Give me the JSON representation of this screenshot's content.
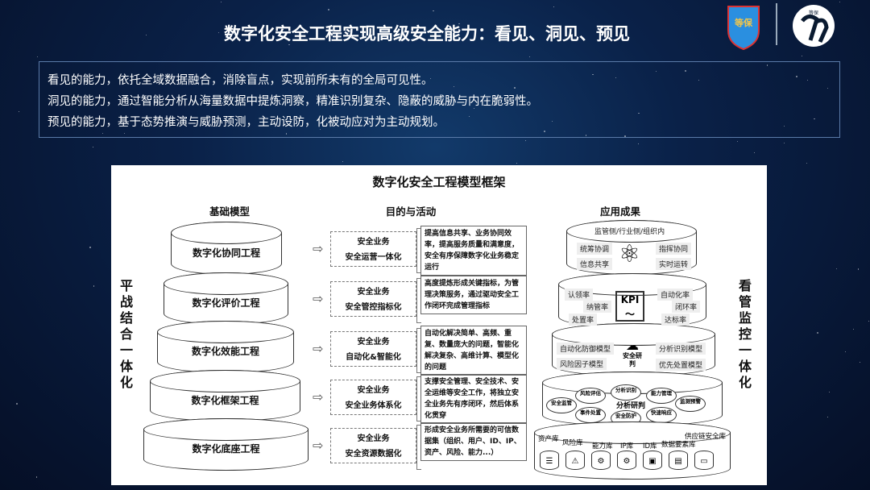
{
  "title": "数字化安全工程实现高级安全能力：看见、洞见、预见",
  "intro": [
    "看见的能力，依托全域数据融合，消除盲点，实现前所未有的全局可见性。",
    "洞见的能力，通过智能分析从海量数据中提炼洞察，精准识别复杂、隐蔽的威胁与内在脆弱性。",
    "预见的能力，基于态势推演与威胁预测，主动设防，化被动应对为主动规划。"
  ],
  "logos": {
    "left": "等保",
    "right": "等保"
  },
  "panel": {
    "title": "数字化安全工程模型框架",
    "col_headers": [
      "基础模型",
      "目的与活动",
      "应用成果"
    ],
    "left_vertical": "平战结合一体化",
    "right_vertical": "看管监控一体化",
    "foundation": [
      "数字化协同工程",
      "数字化评价工程",
      "数字化效能工程",
      "数字化框架工程",
      "数字化底座工程"
    ],
    "activities": [
      {
        "line1": "安全业务",
        "line2": "安全运营一体化",
        "desc": "提高信息共享、业务协同效率，提高服务质量和满意度，安全有序保障数字化业务稳定运行"
      },
      {
        "line1": "安全业务",
        "line2": "安全管控指标化",
        "desc": "高度提炼形成关键指标，为管理决策服务，通过驱动安全工作闭环完成管理指标"
      },
      {
        "line1": "安全业务",
        "line2": "自动化&智能化",
        "desc": "自动化解决简单、高频、重复、数量庞大的问题，智能化解决复杂、高维计算、模型化的问题"
      },
      {
        "line1": "安全业务",
        "line2": "安全业务体系化",
        "desc": "支撑安全管理、安全技术、安全运维等安全工作，将独立安全业务先有序闭环，然后体系化贯穿"
      },
      {
        "line1": "安全业务",
        "line2": "安全资源数据化",
        "desc": "形成安全业务所需要的可信数据集（组织、用户、ID、IP、资产、风险、能力...）"
      }
    ],
    "results": {
      "tier1": {
        "top": "监管侧/行业侧/组织内",
        "tags": [
          "统筹协调",
          "指挥协同",
          "信息共享",
          "实时运转"
        ]
      },
      "tier2": {
        "kpi": "KPI",
        "tags": [
          "认领率",
          "自动化率",
          "纳管率",
          "闭环率",
          "处置率",
          "达标率"
        ]
      },
      "tier3": {
        "center": "安全研判",
        "tags": [
          "自动化防御模型",
          "分析识别模型",
          "风险因子模型",
          "优先处置模型"
        ]
      },
      "tier4": {
        "center": "分析研判",
        "ovals": [
          "安全监管",
          "风险评估",
          "分析识别",
          "能力管理",
          "监测预警",
          "事件处置",
          "安全防护",
          "快速响应"
        ]
      },
      "tier5": {
        "libs": [
          "资产库",
          "风险库",
          "能力库",
          "IP库",
          "ID库",
          "数据要素库",
          "供应链安全库"
        ]
      }
    }
  }
}
